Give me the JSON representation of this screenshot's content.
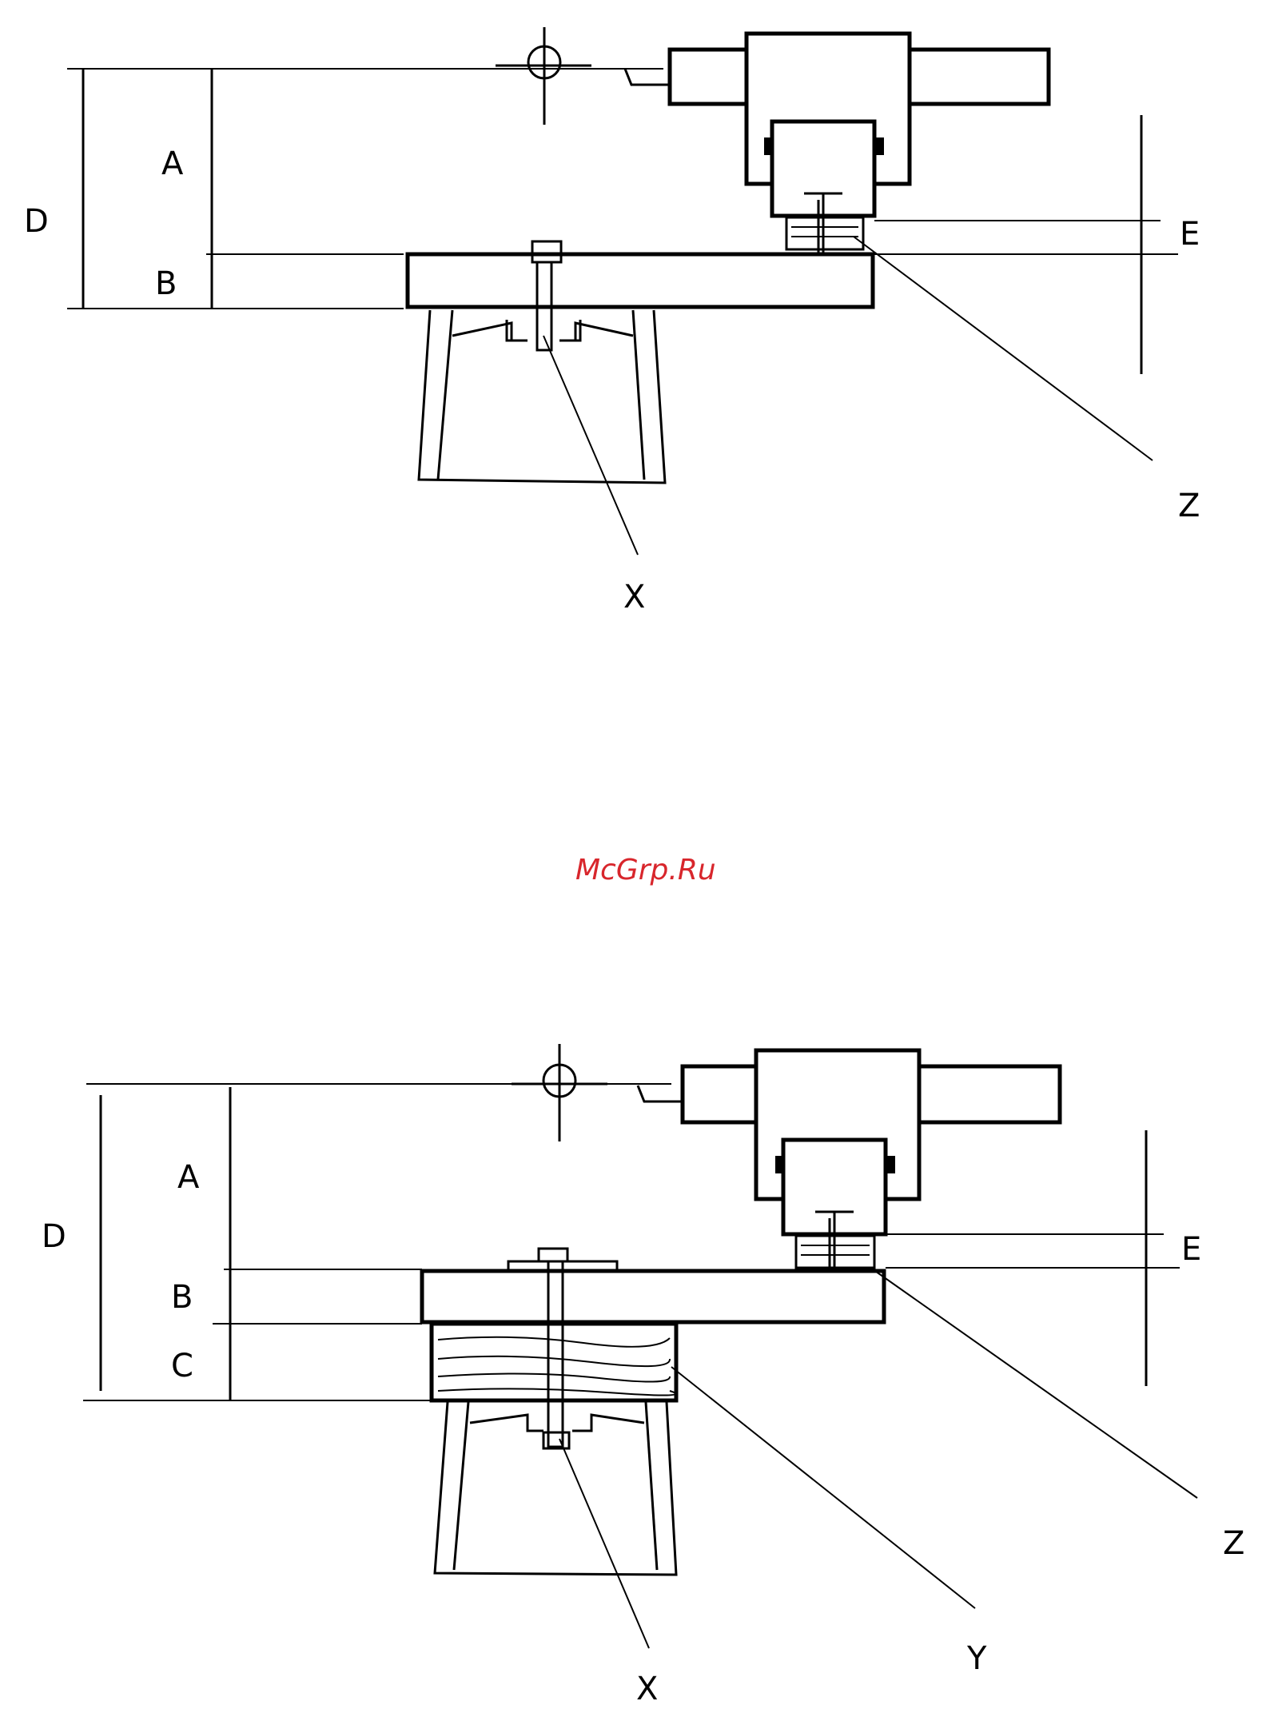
{
  "watermark": "McGrp.Ru",
  "colors": {
    "line": "#000000",
    "watermark": "#d8262c",
    "background": "#ffffff"
  },
  "top_figure": {
    "labels": {
      "a": "A",
      "b": "B",
      "d": "D",
      "e": "E",
      "x": "X",
      "z": "Z"
    }
  },
  "bottom_figure": {
    "labels": {
      "a": "A",
      "b": "B",
      "c": "C",
      "d": "D",
      "e": "E",
      "x": "X",
      "y": "Y",
      "z": "Z"
    }
  }
}
